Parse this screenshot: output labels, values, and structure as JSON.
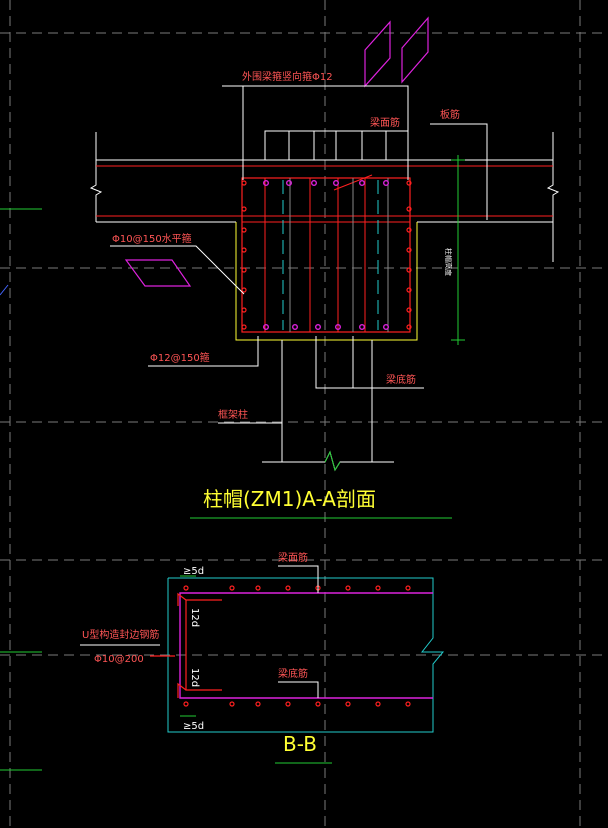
{
  "colors": {
    "background": "#000000",
    "white": "#ffffff",
    "red": "#ff2020",
    "yellow": "#ffff33",
    "green": "#22cc33",
    "cyan": "#22cccc",
    "magenta": "#dd22dd",
    "grid": "#7a7a7a",
    "blue": "#4466ff"
  },
  "labels": {
    "outer_vertical_bar": "外围梁箍竖向箍Φ12",
    "beam_top_bar_upper": "梁面筋",
    "slab_bar": "板筋",
    "horizontal_stirrup": "Φ10@150水平箍",
    "stirrup_phi12": "Φ12@150箍",
    "beam_bottom_bar_upper": "梁底筋",
    "frame_column": "框架柱",
    "cap_depth": "柱帽高度",
    "section_a_title": "柱帽(ZM1)A-A剖面",
    "beam_top_bar_lower": "梁面筋",
    "beam_bottom_bar_lower": "梁底筋",
    "u_bar_line1": "U型构造封边钢筋",
    "u_bar_line2": "Φ10@200",
    "anchor_top": "≥5d",
    "anchor_bottom": "≥5d",
    "lap_12d_top": "12d",
    "lap_12d_bottom": "12d",
    "section_b_title": "B-B"
  }
}
